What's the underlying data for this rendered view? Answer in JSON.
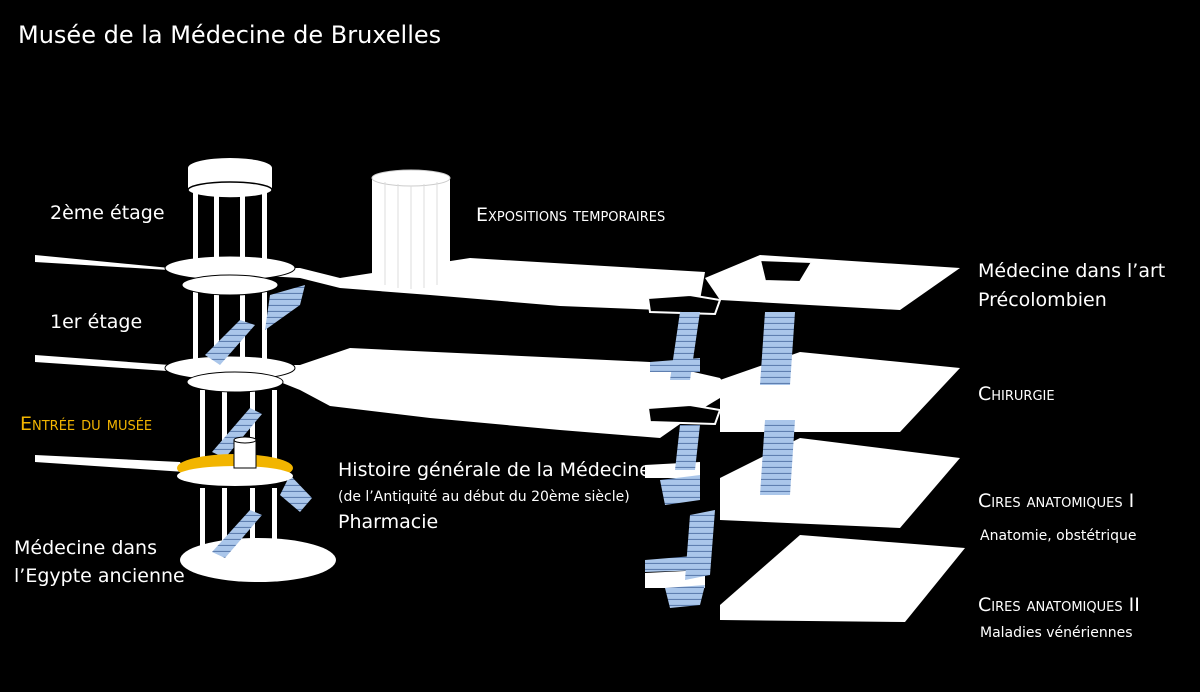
{
  "title": "Musée de la Médecine de Bruxelles",
  "levels": {
    "floor2": "2ème étage",
    "floor1": "1er étage",
    "entrance": "Entrée du musée",
    "basement": [
      "Médecine dans",
      "l’Egypte ancienne"
    ]
  },
  "rooms": {
    "expositions": "Expositions temporaires",
    "art": [
      "Médecine dans l’art",
      "Précolombien"
    ],
    "histoire": {
      "title": "Histoire générale de la Médecine",
      "subtitle": "(de l’Antiquité au début du 20ème siècle)",
      "pharmacie": "Pharmacie"
    },
    "chirurgie": "Chirurgie",
    "cires1": {
      "title": "Cires anatomiques I",
      "subtitle": "Anatomie, obstétrique"
    },
    "cires2": {
      "title": "Cires anatomiques II",
      "subtitle": "Maladies vénériennes"
    }
  },
  "colors": {
    "background": "#000000",
    "floor": "#ffffff",
    "entrance": "#f2b500",
    "stairs": "#aac6ea",
    "text": "#ffffff"
  }
}
